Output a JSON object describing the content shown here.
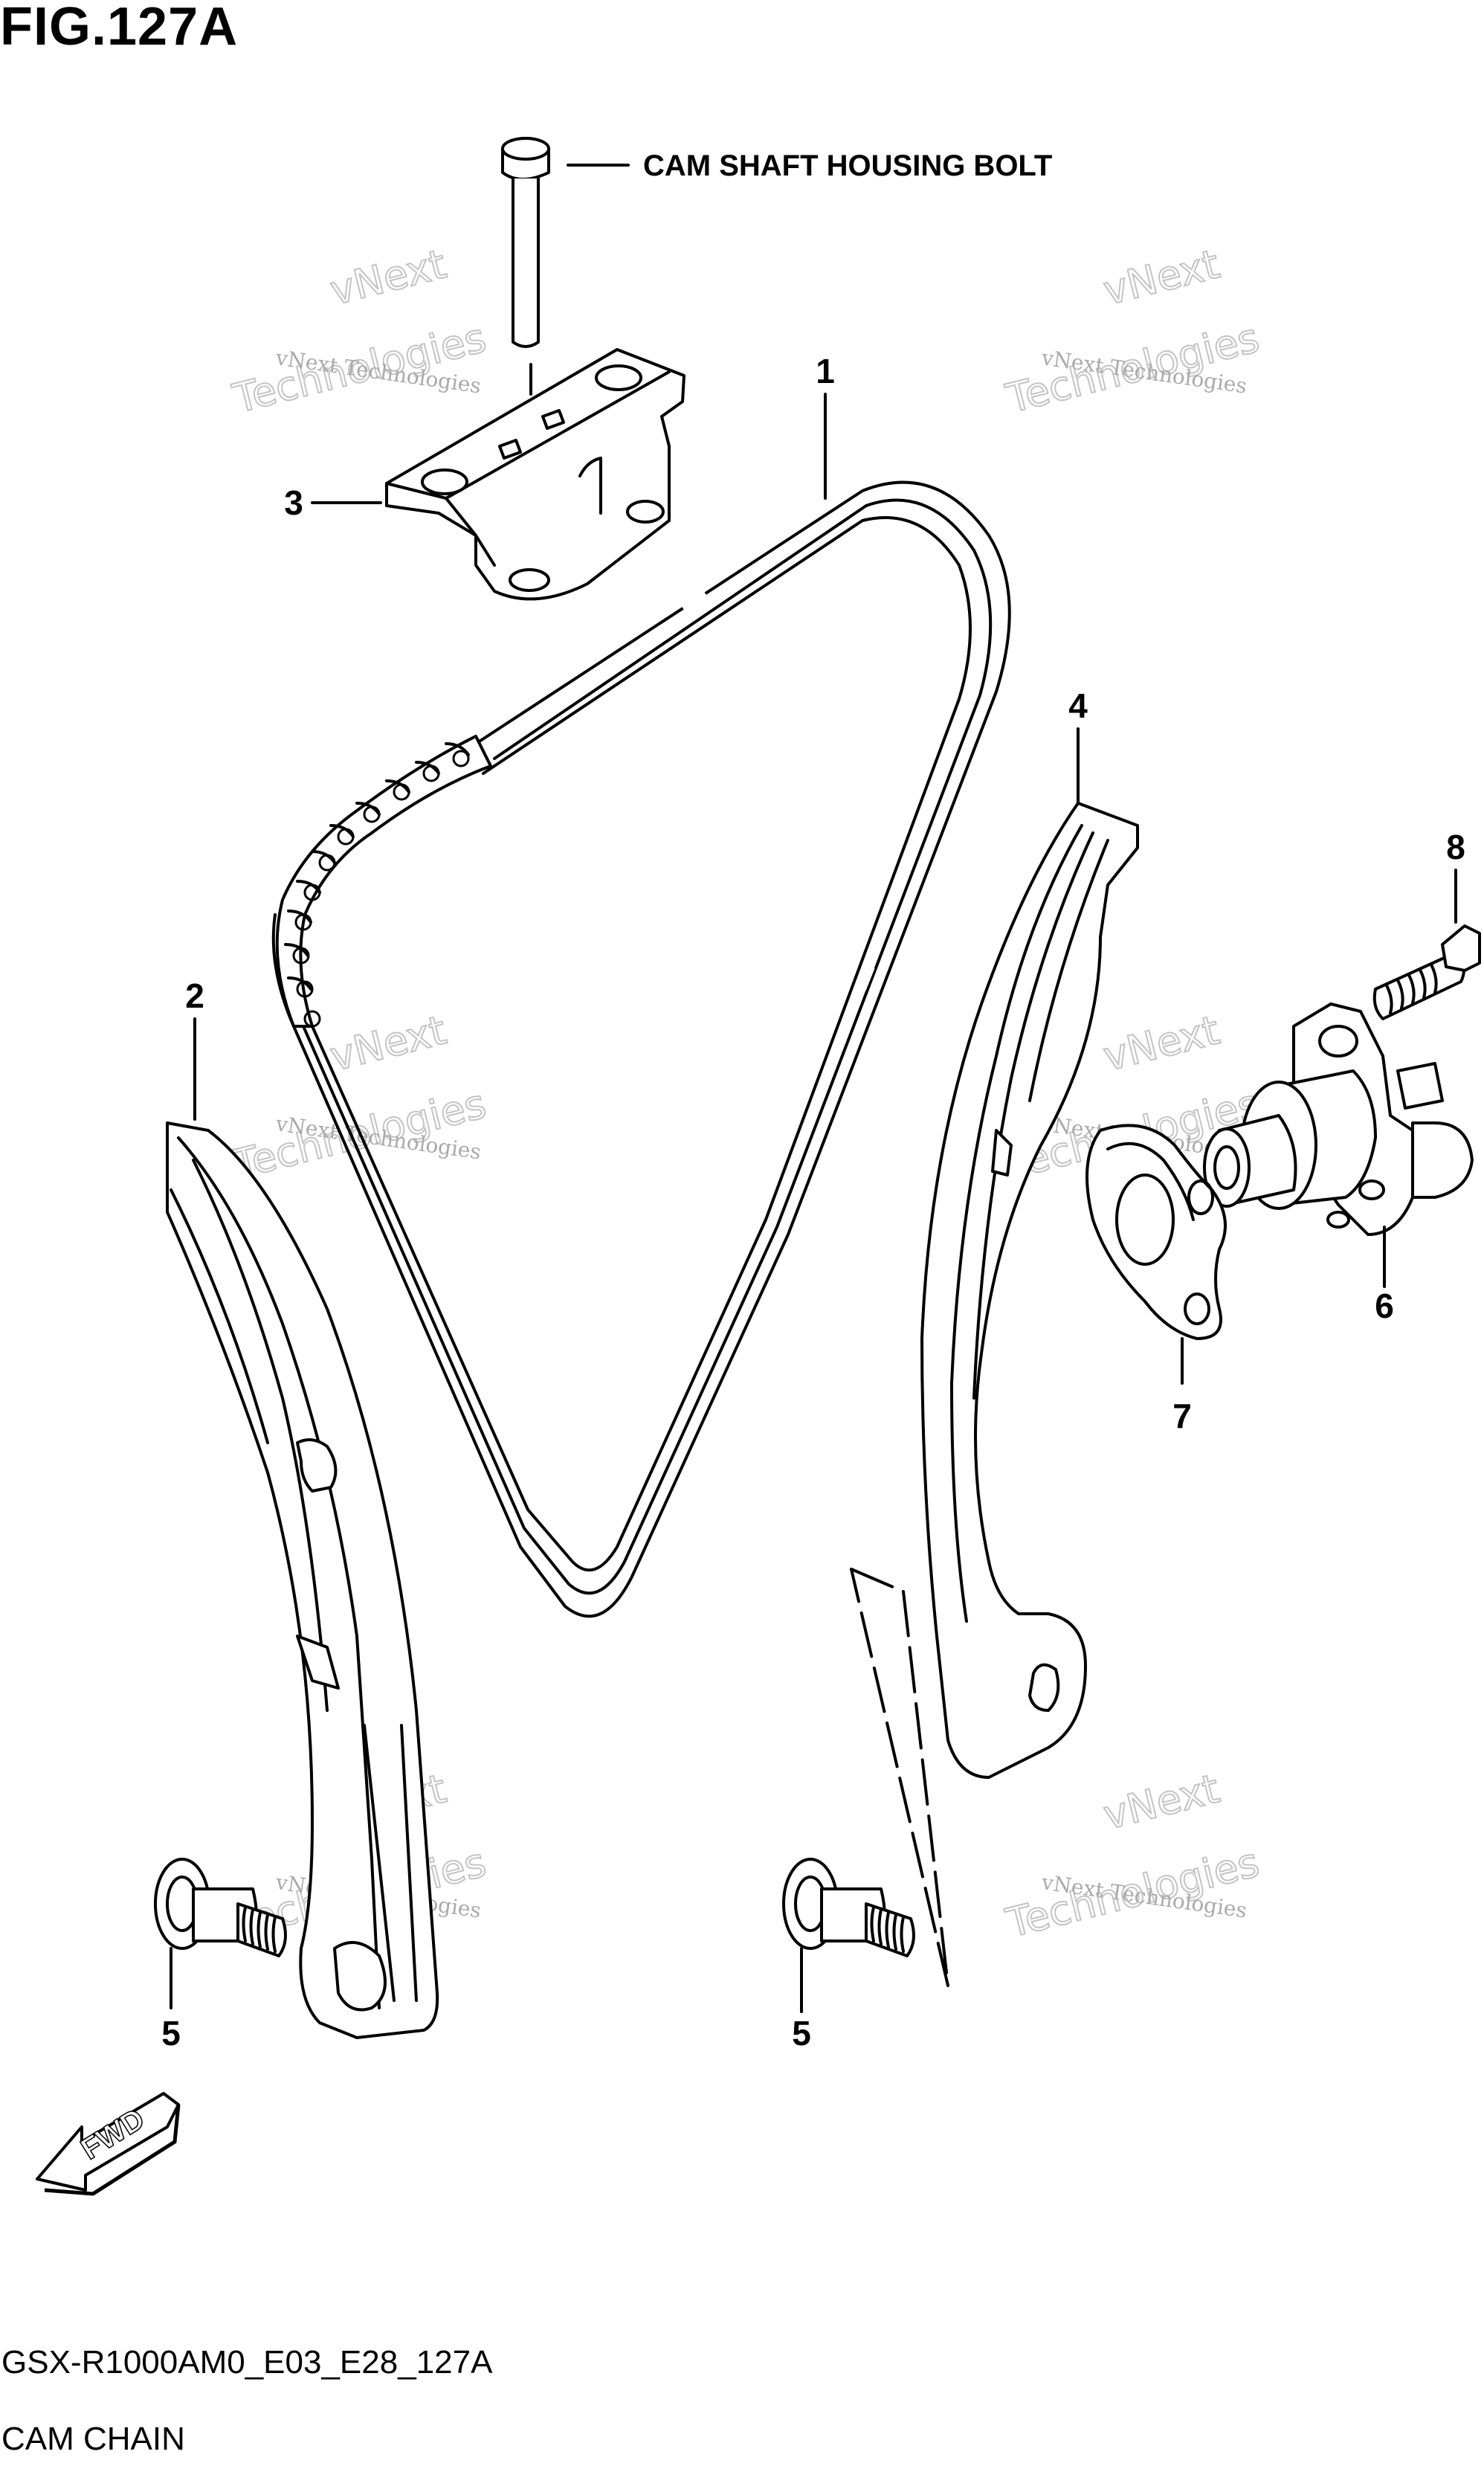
{
  "figure": {
    "title": "FIG.127A",
    "code": "GSX-R1000AM0_E03_E28_127A",
    "name": "CAM CHAIN"
  },
  "callouts": [
    {
      "id": "1",
      "label": "1"
    },
    {
      "id": "2",
      "label": "2"
    },
    {
      "id": "3",
      "label": "3"
    },
    {
      "id": "4",
      "label": "4"
    },
    {
      "id": "5a",
      "label": "5"
    },
    {
      "id": "5b",
      "label": "5"
    },
    {
      "id": "6",
      "label": "6"
    },
    {
      "id": "7",
      "label": "7"
    },
    {
      "id": "8",
      "label": "8"
    }
  ],
  "labels": {
    "cam_shaft_housing_bolt": "CAM SHAFT HOUSING BOLT",
    "fwd": "FWD"
  },
  "watermark": {
    "line_small": "vNext Technologies",
    "line_big_top": "vNext",
    "line_big_bottom": "Technologies"
  }
}
